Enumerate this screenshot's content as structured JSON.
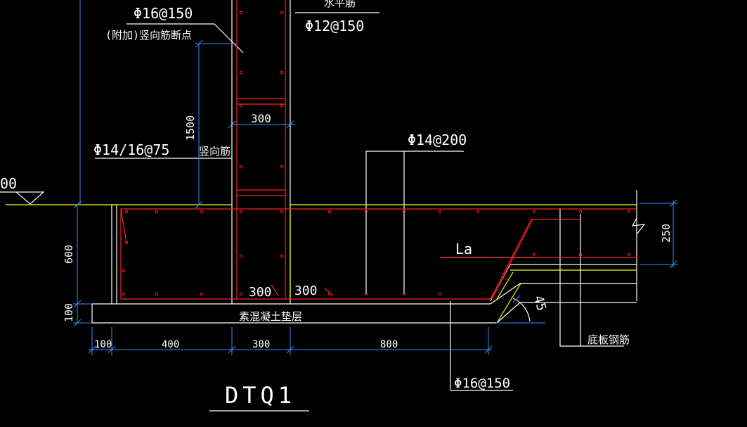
{
  "labels": {
    "top_rebar": "Φ16@150",
    "top_rebar_note": "(附加)竖向筋断点",
    "top_right_clipped": "水平筋",
    "horizontal_rebar": "Φ12@150",
    "wall_width_upper": "300",
    "dim_1500": "1500",
    "wall_rebar_left": "Φ14/16@75",
    "vertical_rebar": "竖向筋",
    "slab_top_rebar": "Φ14@200",
    "elevation_clip": "00",
    "la": "La",
    "dim_250": "250",
    "dim_600": "600",
    "dim_100_v": "100",
    "dim_300_a": "300",
    "dim_300_b": "300",
    "angle_45": "45",
    "concrete_pad": "素混凝土垫层",
    "base_rebar": "底板钢筋",
    "dim_100": "100",
    "dim_400": "400",
    "dim_300_c": "300",
    "dim_800": "800",
    "bottom_rebar": "Φ16@150",
    "drawing_title": "DTQ1"
  },
  "colors": {
    "background": "#000000",
    "concrete": "#ffffff",
    "grade": "#ffff00",
    "rebar": "#ff2020",
    "dimension": "#3a8bff",
    "text": "#ffffff"
  }
}
